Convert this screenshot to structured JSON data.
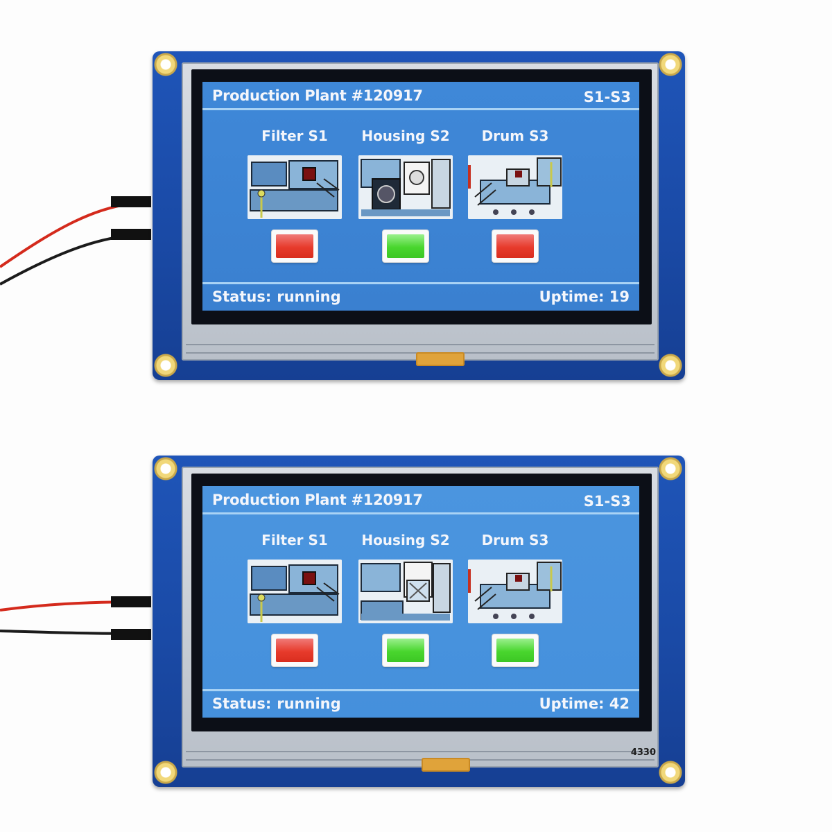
{
  "displays": [
    {
      "header": {
        "title": "Production Plant #120917",
        "range": "S1-S3"
      },
      "stations": [
        {
          "label": "Filter S1",
          "indicator": "red"
        },
        {
          "label": "Housing S2",
          "indicator": "green"
        },
        {
          "label": "Drum S3",
          "indicator": "red"
        }
      ],
      "footer": {
        "status_label": "Status:",
        "status_value": "running",
        "uptime": "Uptime: 19"
      }
    },
    {
      "header": {
        "title": "Production Plant #120917",
        "range": "S1-S3"
      },
      "stations": [
        {
          "label": "Filter S1",
          "indicator": "red"
        },
        {
          "label": "Housing S2",
          "indicator": "green"
        },
        {
          "label": "Drum S3",
          "indicator": "green"
        }
      ],
      "footer": {
        "status_label": "Status:",
        "status_value": "running",
        "uptime": "Uptime: 42"
      },
      "pcb_code": "4330"
    }
  ],
  "colors": {
    "screen": "#3f88d8",
    "board": "#1f55b8",
    "led_red": "#e73b2c",
    "led_green": "#49d62e"
  },
  "icons": [
    "filter-machine-icon",
    "housing-machine-icon",
    "drum-machine-icon"
  ]
}
